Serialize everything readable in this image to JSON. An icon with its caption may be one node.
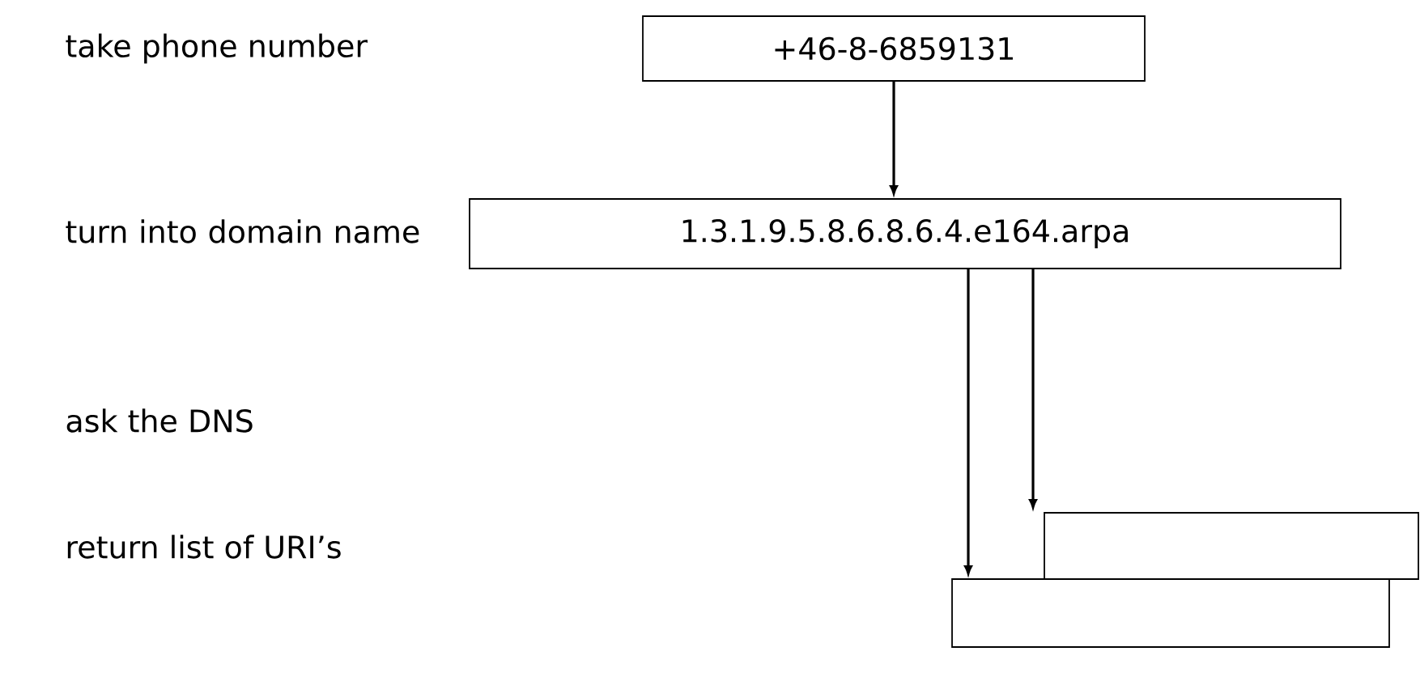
{
  "diagram": {
    "nodes": [
      {
        "text": [
          "+46-8-6859131"
        ]
      },
      {
        "text": [
          "1.3.1.9.5.8.6.8.6.4.e164.arpa"
        ]
      },
      {
        "text": [],
        "shape": "box"
      },
      {
        "text": [],
        "shape": "box"
      }
    ],
    "edges": [
      {
        "from": 0,
        "to": 1,
        "arrow": "to"
      },
      {
        "from": 1,
        "to": 2,
        "arrow": "to"
      },
      {
        "from": 1,
        "to": 3,
        "arrow": "to"
      }
    ],
    "labels": [
      "take phone number",
      "turn into domain name",
      "ask the DNS",
      "return list of URI’s"
    ]
  }
}
